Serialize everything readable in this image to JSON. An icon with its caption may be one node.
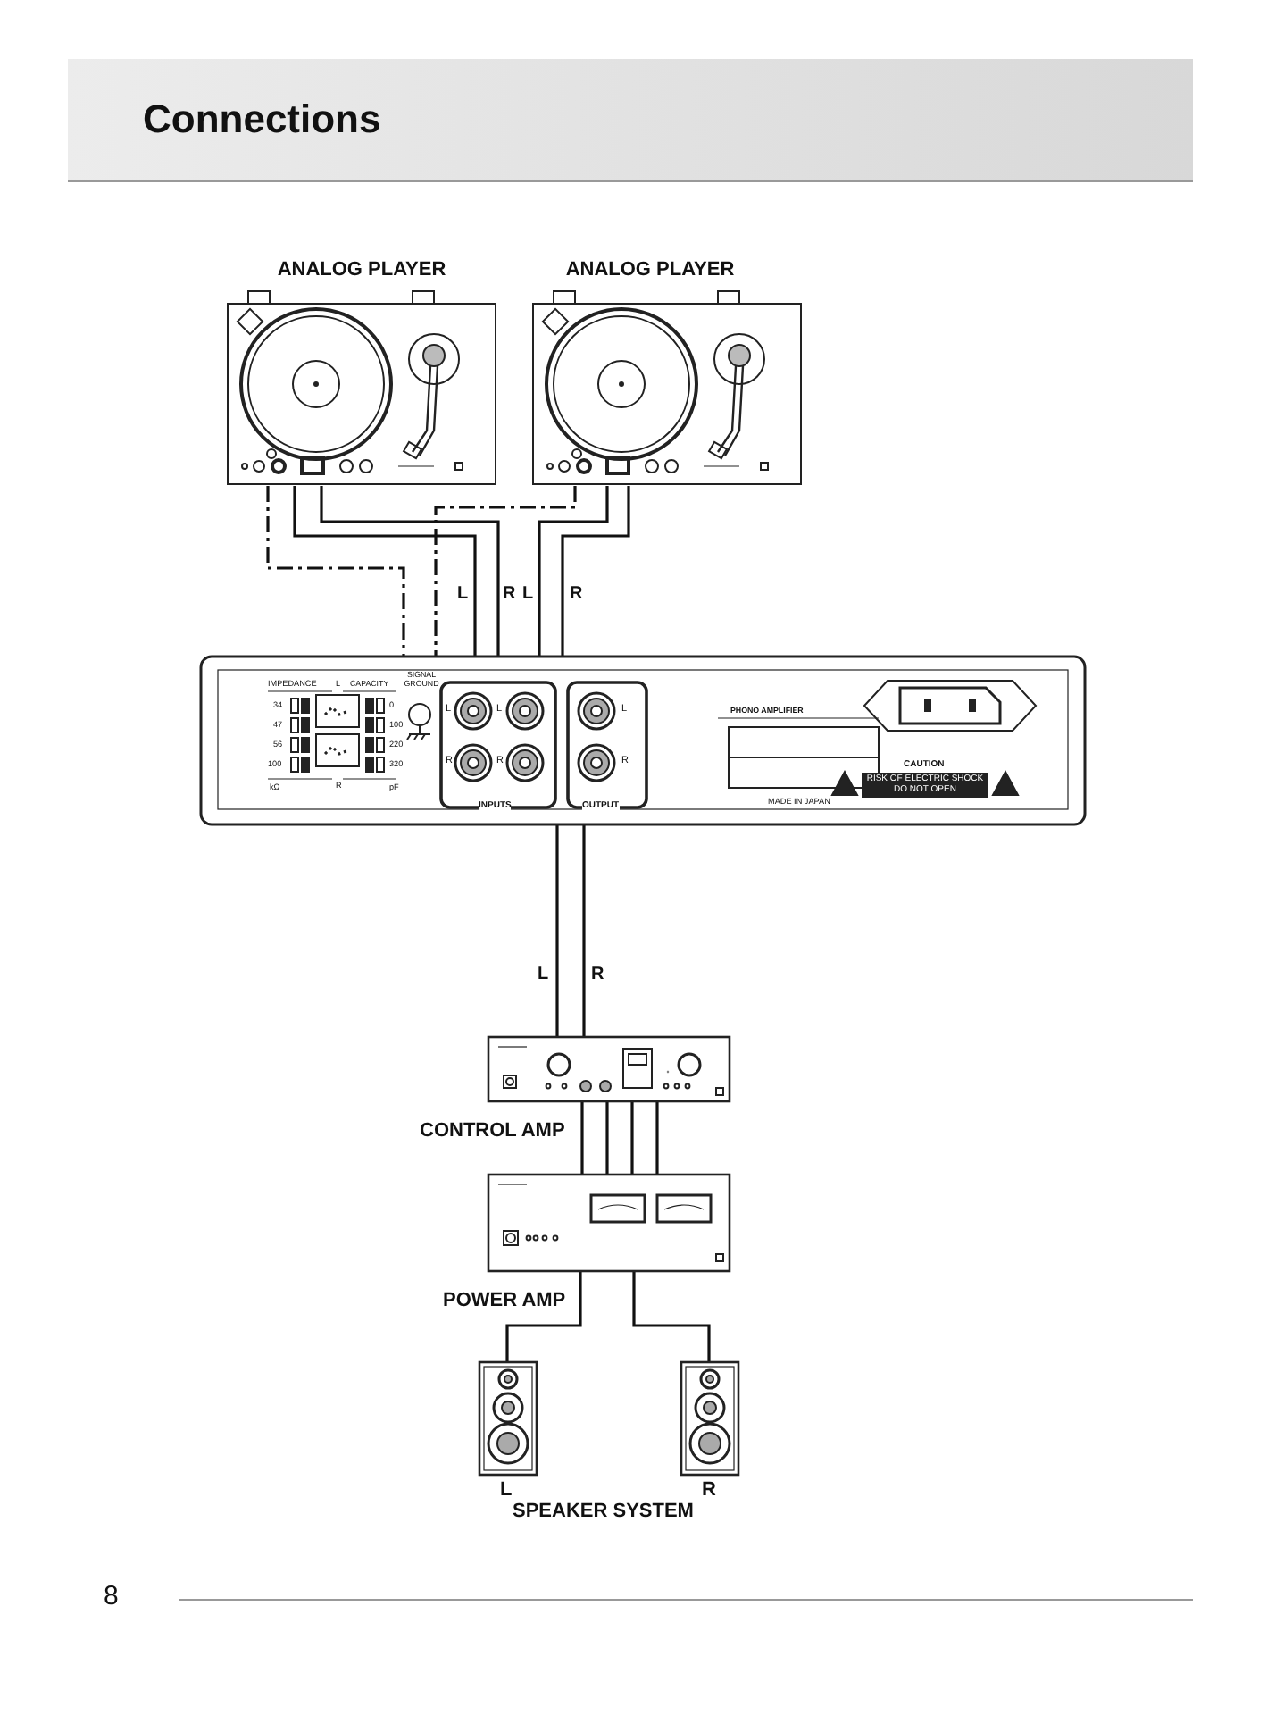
{
  "diagram": {
    "title": "Connections",
    "nodes": [
      {
        "text": [
          "ANALOG PLAYER"
        ]
      },
      {
        "text": [
          "ANALOG PLAYER"
        ]
      },
      {
        "text": [
          "IMPEDANCE",
          "L",
          "CAPACITY",
          "SIGNAL GROUND",
          "34",
          "0",
          "47",
          "100",
          "56",
          "220",
          "100",
          "320",
          "kΩ",
          "R",
          "pF",
          "L",
          "L",
          "L",
          "R",
          "R",
          "R",
          "INPUTS",
          "OUTPUT",
          "PHONO AMPLIFIER",
          "CAUTION",
          "RISK OF ELECTRIC SHOCK DO NOT OPEN",
          "MADE IN JAPAN"
        ]
      },
      {
        "text": [
          "CONTROL AMP"
        ]
      },
      {
        "text": [
          "POWER AMP"
        ]
      },
      {
        "text": [
          "L"
        ]
      },
      {
        "text": [
          "R"
        ]
      }
    ],
    "edges": [
      {
        "from": 0,
        "to": 2,
        "arrow": "none",
        "label": "L"
      },
      {
        "from": 0,
        "to": 2,
        "arrow": "none",
        "label": "R"
      },
      {
        "from": 1,
        "to": 2,
        "arrow": "none",
        "label": "L"
      },
      {
        "from": 1,
        "to": 2,
        "arrow": "none",
        "label": "R"
      },
      {
        "from": 0,
        "to": 2,
        "arrow": "none",
        "style": "dashed"
      },
      {
        "from": 1,
        "to": 2,
        "arrow": "none",
        "style": "dashed"
      },
      {
        "from": 2,
        "to": 3,
        "arrow": "none",
        "label": "L"
      },
      {
        "from": 2,
        "to": 3,
        "arrow": "none",
        "label": "R"
      },
      {
        "from": 3,
        "to": 4,
        "arrow": "none"
      },
      {
        "from": 3,
        "to": 4,
        "arrow": "none"
      },
      {
        "from": 3,
        "to": 4,
        "arrow": "none"
      },
      {
        "from": 3,
        "to": 4,
        "arrow": "none"
      },
      {
        "from": 4,
        "to": 5,
        "arrow": "none"
      },
      {
        "from": 4,
        "to": 6,
        "arrow": "none"
      }
    ],
    "labels": [
      "SPEAKER SYSTEM",
      "8"
    ]
  }
}
